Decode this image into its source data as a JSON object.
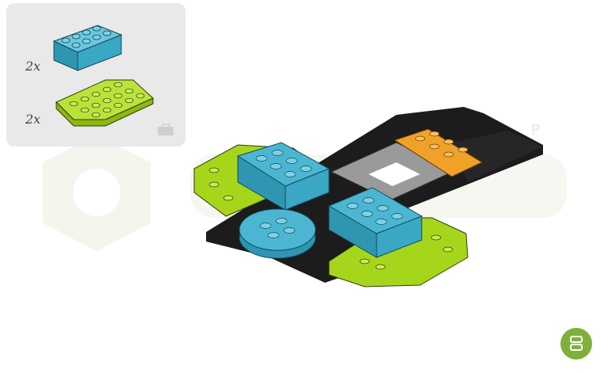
{
  "parts_panel": {
    "items": [
      {
        "quantity": "2x",
        "part_icon": "blue-2x4-brick-icon",
        "color": "#3aa7c4"
      },
      {
        "quantity": "2x",
        "part_icon": "lime-wedge-plate-icon",
        "color": "#a6d61c"
      }
    ],
    "extra_icon": "suitcase-icon"
  },
  "model": {
    "icon": "lego-assembly-step-render",
    "colors": {
      "blue": "#3aa7c4",
      "lime": "#a6d61c",
      "black": "#1c1c1c",
      "gray": "#9a9a9a",
      "orange": "#f0a12a"
    }
  },
  "watermark": {
    "icon": "hexagon-logo-watermark"
  },
  "fab": {
    "icon": "pieces-list-icon",
    "color": "#7fb13a"
  }
}
